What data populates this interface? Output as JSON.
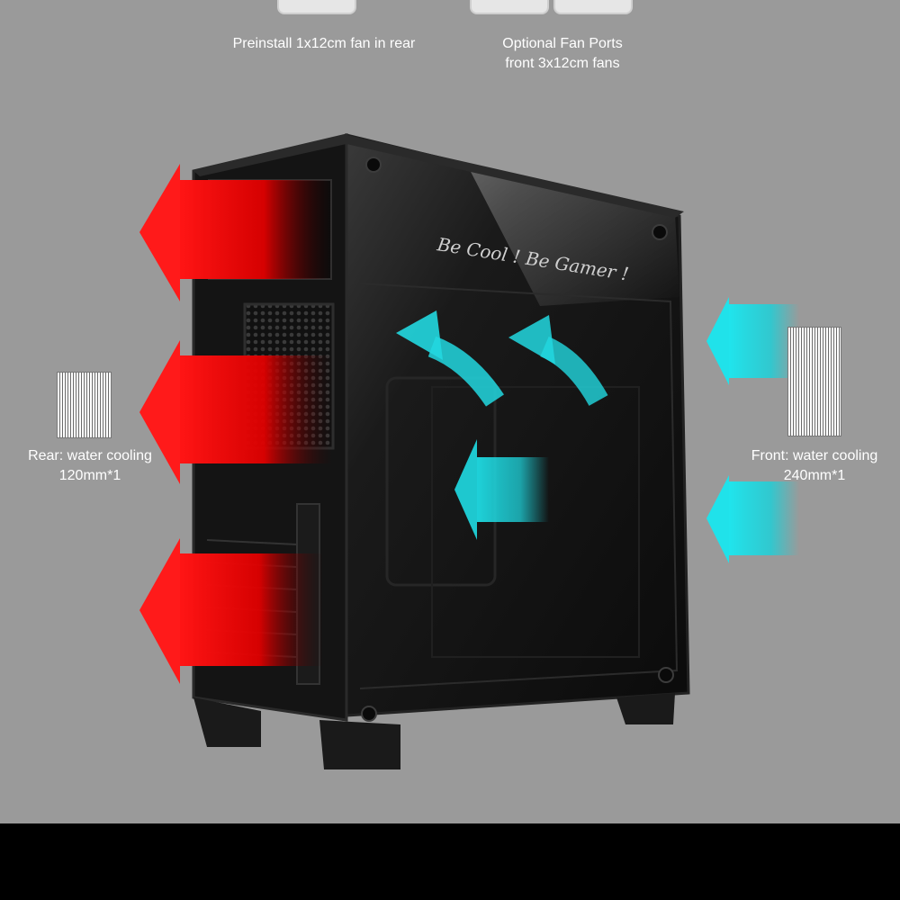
{
  "captions": {
    "rear_fan": "Preinstall 1x12cm fan in rear",
    "front_fan_line1": "Optional Fan Ports",
    "front_fan_line2": "front 3x12cm fans",
    "rear_wc_line1": "Rear: water cooling",
    "rear_wc_line2": "120mm*1",
    "front_wc_line1": "Front:  water cooling",
    "front_wc_line2": "240mm*1"
  },
  "glass_text": "Be Cool ! Be Gamer !",
  "colors": {
    "background": "#9a9a9a",
    "exhaust_arrow": "#ff1a1a",
    "intake_arrow": "#22e0e8",
    "case_body": "#151515"
  }
}
